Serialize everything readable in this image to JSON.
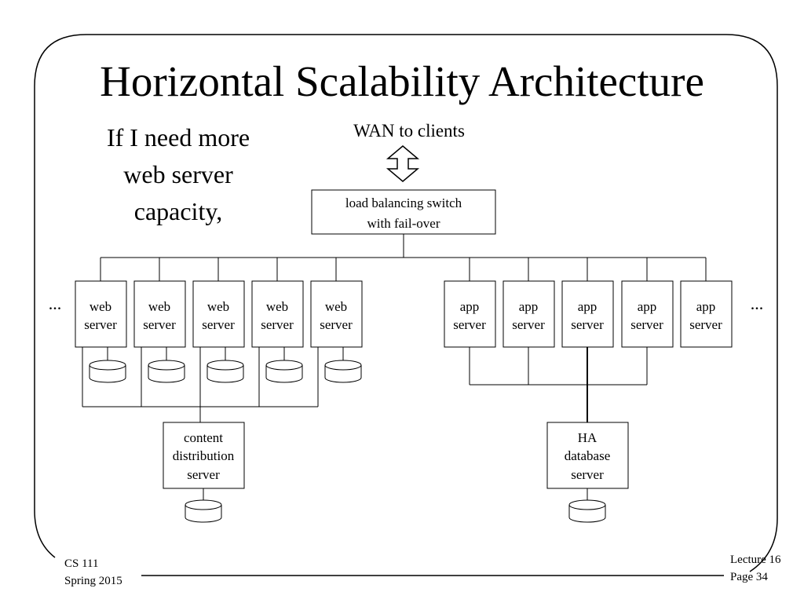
{
  "title": "Horizontal Scalability Architecture",
  "side_text": [
    "If I need more",
    "web server",
    "capacity,"
  ],
  "wan_label": "WAN to clients",
  "load_balancer": [
    "load balancing switch",
    "with fail-over"
  ],
  "ellipsis": "...",
  "web_servers": [
    [
      "web",
      "server"
    ],
    [
      "web",
      "server"
    ],
    [
      "web",
      "server"
    ],
    [
      "web",
      "server"
    ],
    [
      "web",
      "server"
    ]
  ],
  "app_servers": [
    [
      "app",
      "server"
    ],
    [
      "app",
      "server"
    ],
    [
      "app",
      "server"
    ],
    [
      "app",
      "server"
    ],
    [
      "app",
      "server"
    ]
  ],
  "content_server": [
    "content",
    "distribution",
    "server"
  ],
  "database_server": [
    "HA",
    "database",
    "server"
  ],
  "footer": {
    "course": "CS 111",
    "term": "Spring 2015",
    "lecture": "Lecture 16",
    "page": "Page 34"
  }
}
